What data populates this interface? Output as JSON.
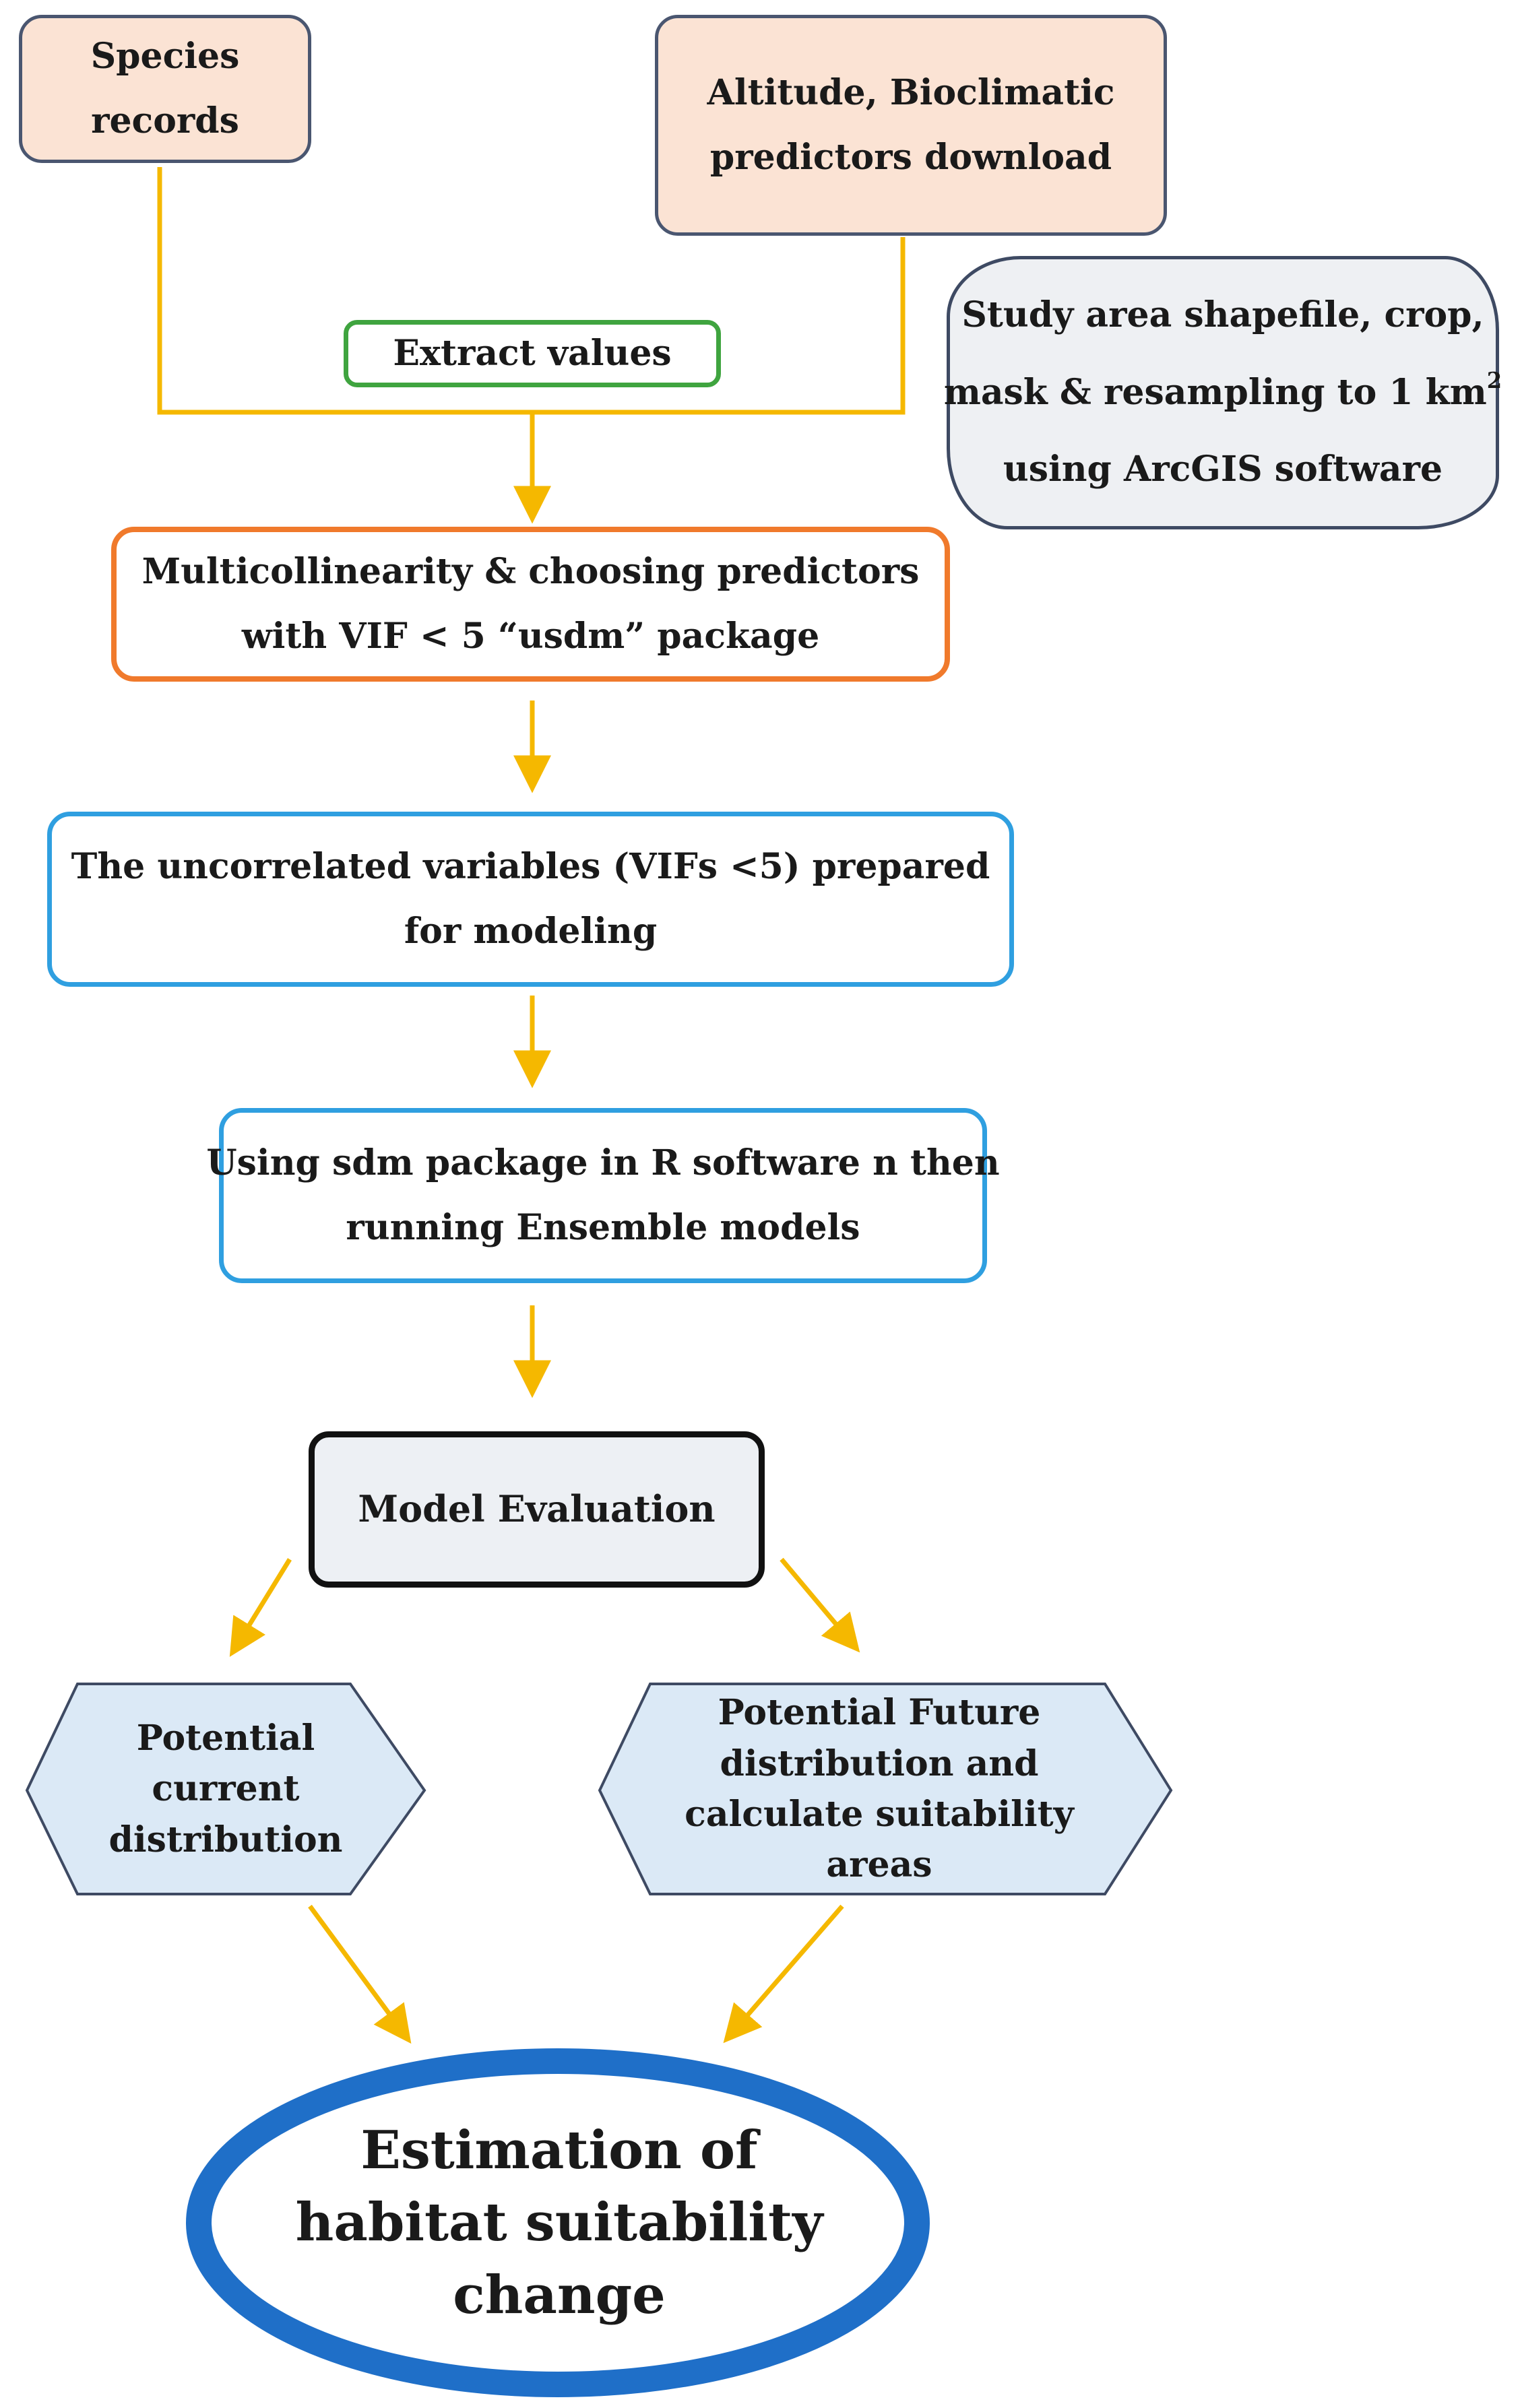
{
  "nodes": {
    "species_records": {
      "lines": [
        "Species",
        "records"
      ]
    },
    "predictors_download": {
      "lines": [
        "Altitude, Bioclimatic",
        "predictors  download"
      ]
    },
    "study_area": {
      "line1": "Study area shapefile, crop,",
      "line2": "mask & resampling to 1 km",
      "line2_sup": "2",
      "line3": "using ArcGIS software"
    },
    "extract_values": {
      "label": "Extract values"
    },
    "multicollinearity": {
      "lines": [
        "Multicollinearity & choosing predictors",
        "with VIF < 5  “usdm” package"
      ]
    },
    "uncorrelated": {
      "lines": [
        "The uncorrelated variables (VIFs <5) prepared",
        "for modeling"
      ]
    },
    "sdm_package": {
      "lines": [
        "Using sdm package in R software n then",
        "running  Ensemble models"
      ]
    },
    "model_evaluation": {
      "label": "Model Evaluation"
    },
    "current_distribution": {
      "lines": [
        "Potential",
        "current",
        "distribution"
      ]
    },
    "future_distribution": {
      "lines": [
        "Potential Future",
        "distribution and",
        "calculate suitability",
        "areas"
      ]
    },
    "habitat_change": {
      "lines": [
        "Estimation of",
        "habitat suitability",
        "change"
      ]
    }
  },
  "colors": {
    "arrow": "#f5b800",
    "connector": "#f5b800",
    "hexagon_fill": "#dbe9f6",
    "hexagon_stroke": "#3e4a63",
    "ellipse_stroke": "#1f6fc8"
  }
}
